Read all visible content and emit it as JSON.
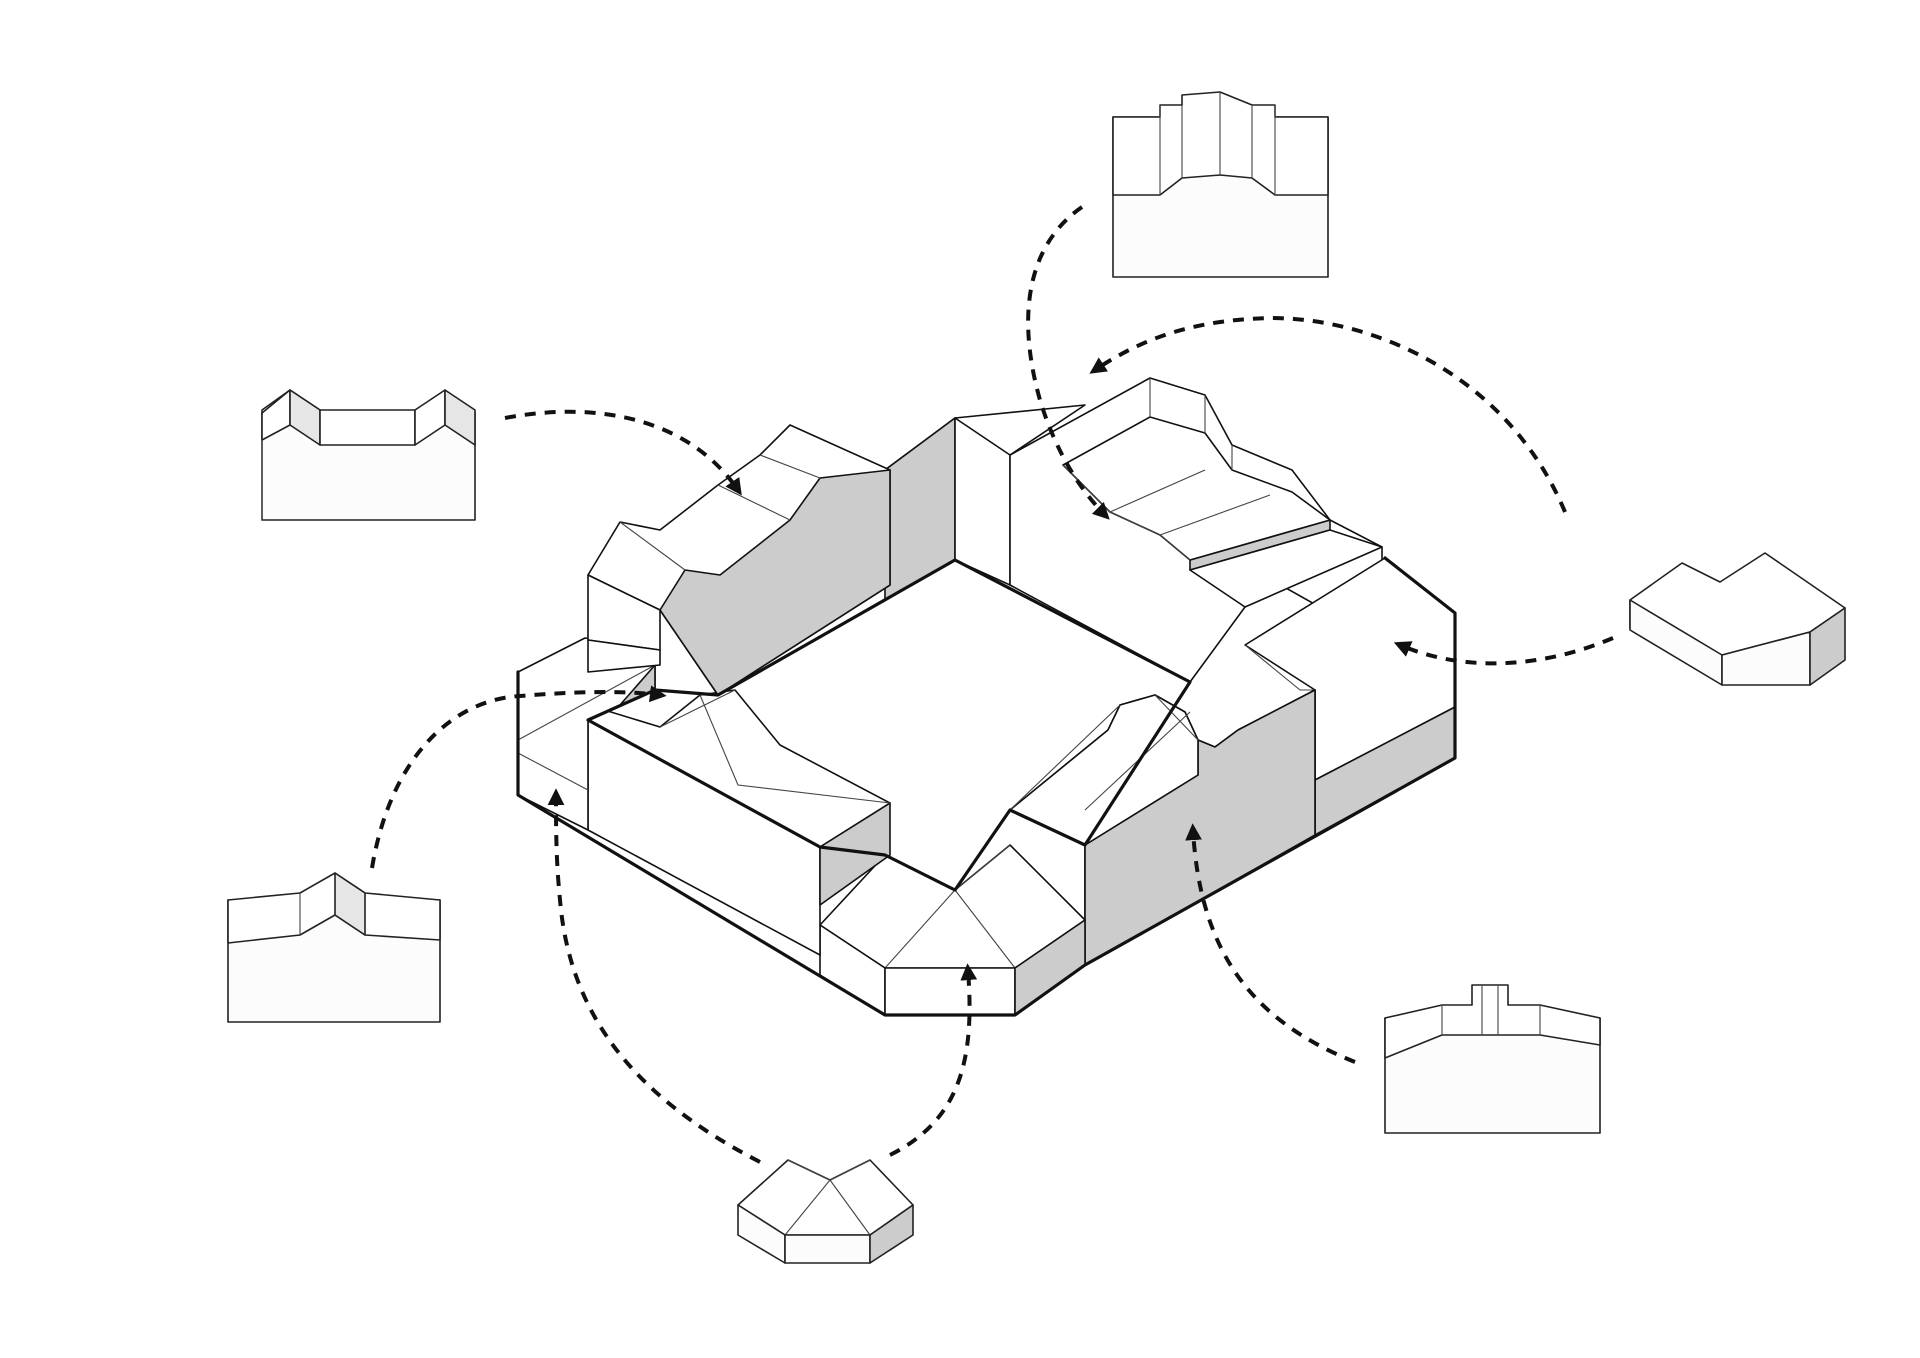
{
  "colors": {
    "background": "#ffffff",
    "line": "#111111",
    "face_white": "#ffffff",
    "face_grey": "#cccccc",
    "module_fill": "#fdfcfd",
    "module_shade": "#e6e6e6"
  },
  "modules": [
    {
      "id": "module-top",
      "icon": "stepped-gable-elevation"
    },
    {
      "id": "module-upper-left",
      "icon": "double-parapet-elevation"
    },
    {
      "id": "module-right",
      "icon": "notched-block-axonometric"
    },
    {
      "id": "module-left",
      "icon": "gable-elevation"
    },
    {
      "id": "module-lower-right",
      "icon": "chimney-elevation"
    },
    {
      "id": "module-bottom",
      "icon": "hexagonal-hip-roof-axonometric"
    }
  ],
  "flow_arrows": 8,
  "courtyard_block": {
    "icon": "perimeter-block-axonometric",
    "courtyard": "open-center"
  }
}
